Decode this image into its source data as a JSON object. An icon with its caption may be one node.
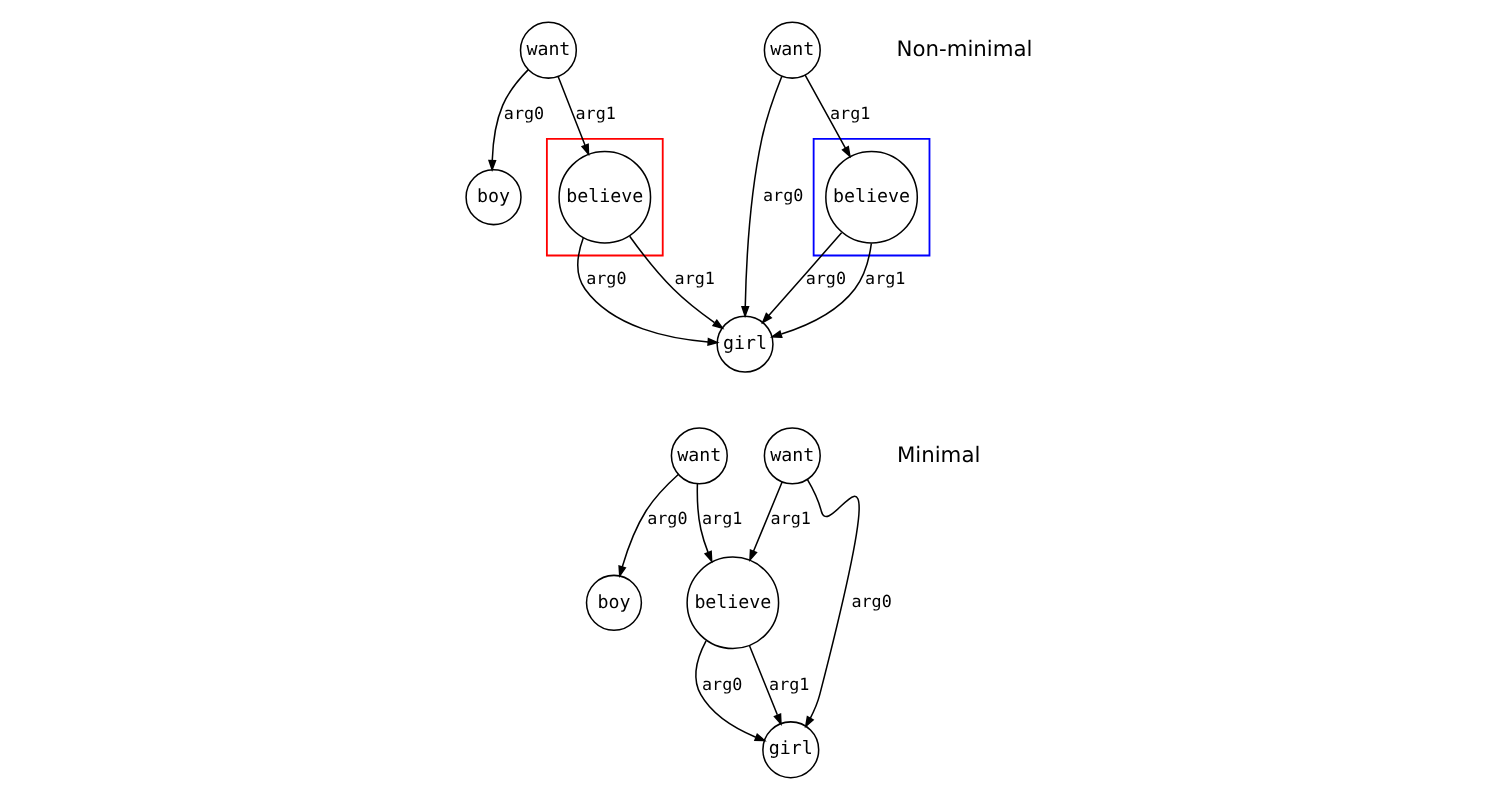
{
  "diagram": {
    "nodes": [
      {
        "text": [
          "want"
        ]
      },
      {
        "text": [
          "boy"
        ]
      },
      {
        "text": [],
        "shape": "box"
      },
      {
        "text": [
          "believe"
        ],
        "in": 2
      },
      {
        "text": [
          "girl"
        ]
      },
      {
        "text": [
          "want"
        ]
      },
      {
        "text": [],
        "shape": "box"
      },
      {
        "text": [
          "believe"
        ],
        "in": 6
      },
      {
        "text": [
          "want"
        ]
      },
      {
        "text": [
          "boy"
        ]
      },
      {
        "text": [
          "believe"
        ]
      },
      {
        "text": [
          "want"
        ]
      },
      {
        "text": [
          "girl"
        ]
      }
    ],
    "edges": [
      {
        "from": 0,
        "to": 1,
        "arrow": "to",
        "label": "arg0"
      },
      {
        "from": 0,
        "to": 3,
        "arrow": "to",
        "label": "arg1"
      },
      {
        "from": 3,
        "to": 4,
        "arrow": "to",
        "label": "arg0"
      },
      {
        "from": 3,
        "to": 4,
        "arrow": "to",
        "label": "arg1"
      },
      {
        "from": 5,
        "to": 4,
        "arrow": "to",
        "label": "arg0"
      },
      {
        "from": 5,
        "to": 7,
        "arrow": "to",
        "label": "arg1"
      },
      {
        "from": 7,
        "to": 4,
        "arrow": "to",
        "label": "arg0"
      },
      {
        "from": 7,
        "to": 4,
        "arrow": "to",
        "label": "arg1"
      },
      {
        "from": 8,
        "to": 9,
        "arrow": "to",
        "label": "arg0"
      },
      {
        "from": 8,
        "to": 10,
        "arrow": "to",
        "label": "arg1"
      },
      {
        "from": 11,
        "to": 10,
        "arrow": "to",
        "label": "arg1"
      },
      {
        "from": 11,
        "to": 12,
        "arrow": "to",
        "label": "arg0"
      },
      {
        "from": 10,
        "to": 12,
        "arrow": "to",
        "label": "arg0"
      },
      {
        "from": 10,
        "to": 12,
        "arrow": "to",
        "label": "arg1"
      }
    ],
    "labels": [
      "Non-minimal",
      "Minimal"
    ]
  }
}
